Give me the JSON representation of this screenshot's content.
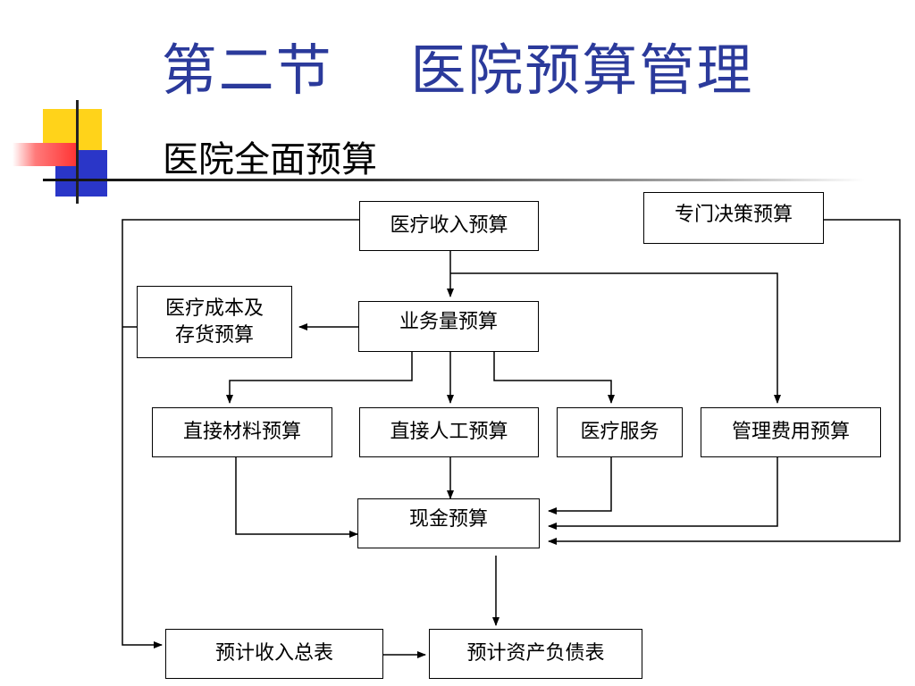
{
  "slide": {
    "title": "第二节    医院预算管理",
    "subtitle": "医院全面预算"
  },
  "diagram": {
    "nodes": {
      "medical_revenue": "医疗收入预算",
      "special_decision": "专门决策预算",
      "medical_cost_inventory": "医疗成本及\n存货预算",
      "business_volume": "业务量预算",
      "direct_material": "直接材料预算",
      "direct_labor": "直接人工预算",
      "medical_service": "医疗服务",
      "admin_expense": "管理费用预算",
      "cash_budget": "现金预算",
      "projected_income": "预计收入总表",
      "projected_balance_sheet": "预计资产负债表"
    }
  },
  "colors": {
    "title": "#2b3a9b",
    "line": "#000000"
  }
}
